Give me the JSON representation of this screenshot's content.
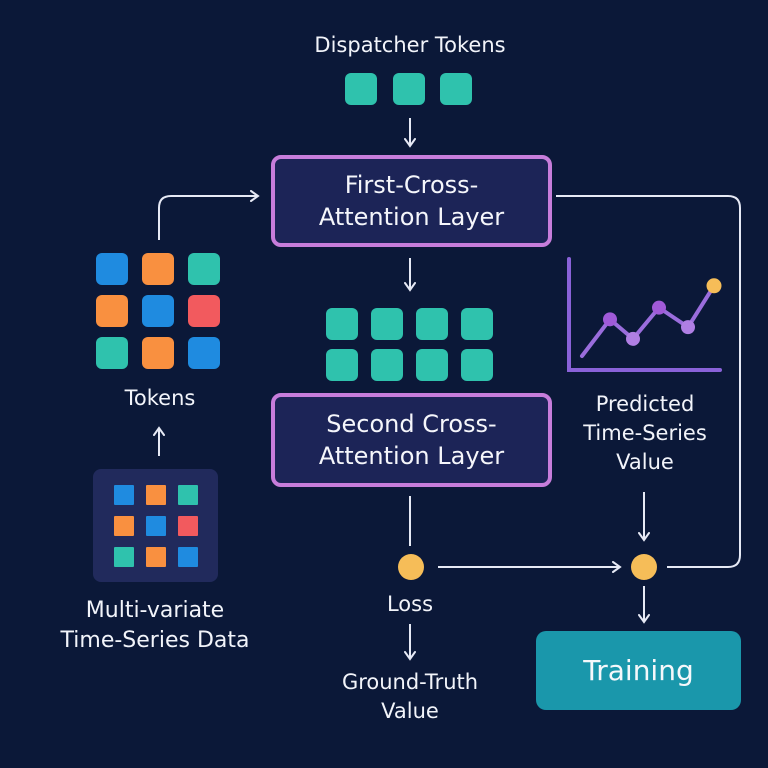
{
  "colors": {
    "background": "#0b1838",
    "layer_border": "#c77ddb",
    "layer_fill": "#1c2457",
    "teal": "#2fc2ad",
    "blue": "#1f8be0",
    "orange": "#f99040",
    "red": "#f25a5e",
    "dot_yellow": "#f6bd58",
    "training": "#1a97ab",
    "chart_purple": "#8a62d9",
    "arrow": "#e6e9f5"
  },
  "dispatcher": {
    "title": "Dispatcher Tokens",
    "token_count": 3
  },
  "first_layer": {
    "label": "First-Cross-\nAttention Layer"
  },
  "intermediate_tokens": {
    "rows": 2,
    "cols": 4
  },
  "second_layer": {
    "label": "Second Cross-\nAttention Layer"
  },
  "tokens": {
    "label": "Tokens",
    "grid": [
      [
        "blue",
        "orange",
        "teal"
      ],
      [
        "orange",
        "blue",
        "red"
      ],
      [
        "teal",
        "orange",
        "blue"
      ]
    ]
  },
  "input_data": {
    "label": "Multi-variate\nTime-Series Data",
    "grid": [
      [
        "blue",
        "orange",
        "teal"
      ],
      [
        "orange",
        "blue",
        "red"
      ],
      [
        "teal",
        "orange",
        "blue"
      ]
    ]
  },
  "prediction": {
    "label": "Predicted\nTime-Series\nValue",
    "chart_points": [
      0.0,
      0.47,
      0.22,
      0.62,
      0.37,
      0.9
    ],
    "highlight_last": true
  },
  "loss": {
    "label": "Loss"
  },
  "ground_truth": {
    "label": "Ground-Truth\nValue"
  },
  "training": {
    "label": "Training"
  }
}
